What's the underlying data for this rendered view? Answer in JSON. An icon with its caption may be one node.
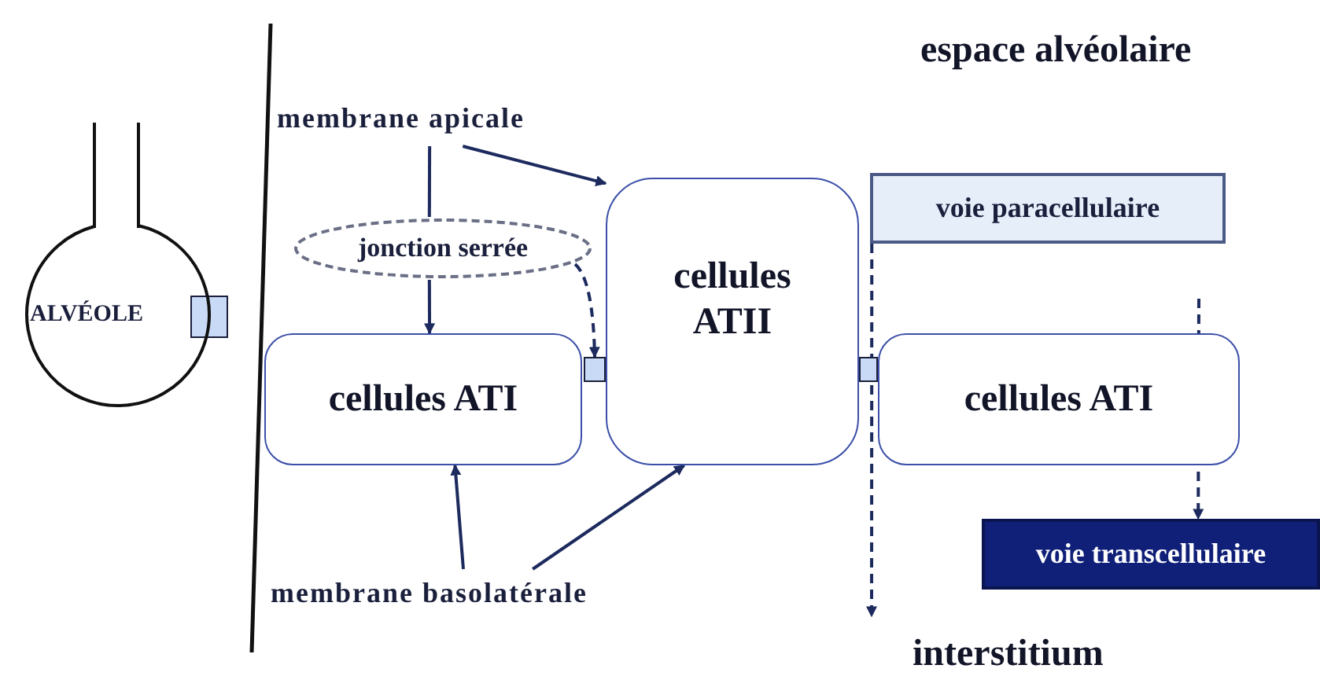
{
  "diagram": {
    "nodes": [
      {
        "text": [
          "membrane apicale"
        ]
      },
      {
        "text": [
          "ALVÉOLE"
        ]
      },
      {
        "text": [
          "jonction serrée"
        ]
      },
      {
        "text": [
          "cellules ATII"
        ]
      },
      {
        "text": [
          "voie paracellulaire"
        ]
      },
      {
        "text": [
          "cellules ATI"
        ]
      },
      {
        "text": [],
        "shape": "box"
      },
      {
        "text": [
          "cellules ATI"
        ]
      },
      {
        "text": [
          "voie transcellulaire"
        ]
      },
      {
        "text": [
          "membrane basolatérale"
        ]
      }
    ],
    "edges": [
      {
        "from": 0,
        "to": 3,
        "arrow": "to"
      },
      {
        "from": 0,
        "to": 2,
        "arrow": "none"
      },
      {
        "from": 2,
        "to": 5,
        "arrow": "to"
      },
      {
        "from": 2,
        "to": 6,
        "arrow": "to",
        "style": "dashed"
      },
      {
        "from": 9,
        "to": 5,
        "arrow": "to"
      },
      {
        "from": 9,
        "to": 3,
        "arrow": "to"
      },
      {
        "from": 4,
        "to": null,
        "arrow": "to",
        "style": "dashed"
      },
      {
        "from": null,
        "to": 8,
        "arrow": "to",
        "style": "dashed"
      }
    ],
    "labels": [
      "espace alvéolaire",
      "interstitium"
    ]
  }
}
